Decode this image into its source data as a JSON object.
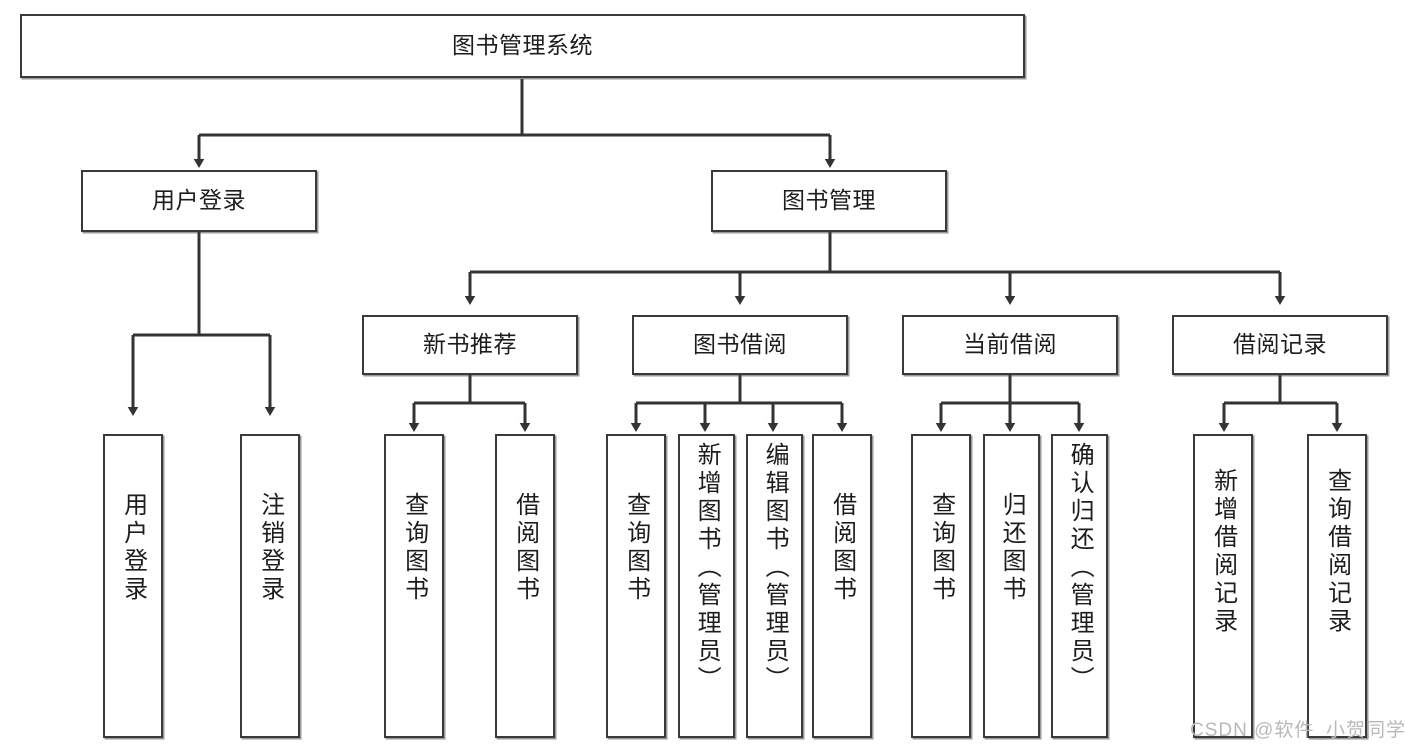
{
  "diagram": {
    "title": "图书管理系统",
    "type": "tree-hierarchy-diagram",
    "style": {
      "box_border_color": "#3a3a3a",
      "box_fill_color": "#ffffff",
      "line_color": "#333333",
      "text_color": "#1d1d1d",
      "background": "#ffffff"
    },
    "root": {
      "label": "图书管理系统"
    },
    "level2": [
      {
        "label": "用户登录"
      },
      {
        "label": "图书管理"
      }
    ],
    "level3": [
      {
        "label": "新书推荐"
      },
      {
        "label": "图书借阅"
      },
      {
        "label": "当前借阅"
      },
      {
        "label": "借阅记录"
      }
    ],
    "leaves": {
      "user_login": [
        {
          "label": "用户登录"
        },
        {
          "label": "注销登录"
        }
      ],
      "new_book_recommend": [
        {
          "label": "查询图书"
        },
        {
          "label": "借阅图书"
        }
      ],
      "book_borrow": [
        {
          "label": "查询图书"
        },
        {
          "label": "新增图书（管理员）"
        },
        {
          "label": "编辑图书（管理员）"
        },
        {
          "label": "借阅图书"
        }
      ],
      "current_borrow": [
        {
          "label": "查询图书"
        },
        {
          "label": "归还图书"
        },
        {
          "label": "确认归还（管理员）"
        }
      ],
      "borrow_record": [
        {
          "label": "新增借阅记录"
        },
        {
          "label": "查询借阅记录"
        }
      ]
    }
  },
  "watermark": {
    "text": "CSDN @软件_小贺同学"
  }
}
